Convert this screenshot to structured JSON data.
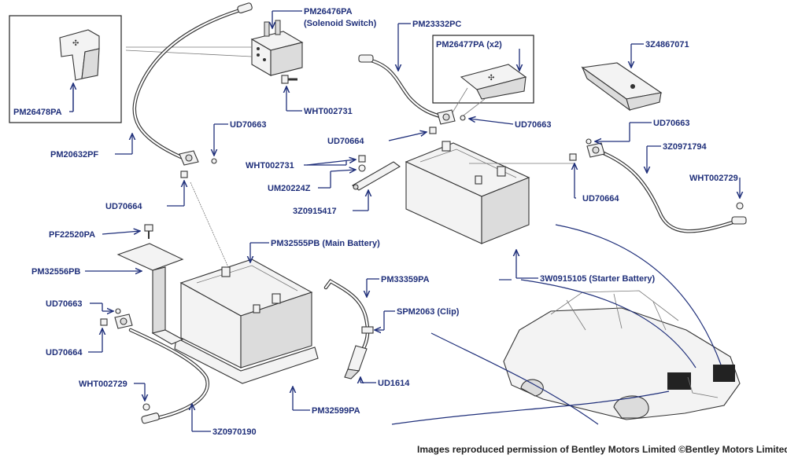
{
  "labels": {
    "pm26476pa": "PM26476PA",
    "solenoid_caption": "(Solenoid Switch)",
    "pm26478pa": "PM26478PA",
    "wht002731_a": "WHT002731",
    "pm20632pf": "PM20632PF",
    "ud70663_a": "UD70663",
    "ud70664_a": "UD70664",
    "pm23332pc": "PM23332PC",
    "pm26477pa": "PM26477PA (x2)",
    "z4867071": "3Z4867071",
    "ud70663_b": "UD70663",
    "ud70664_b": "UD70664",
    "ud70663_c": "UD70663",
    "z0971794": "3Z0971794",
    "wht002731_b": "WHT002731",
    "um20224z": "UM20224Z",
    "z0915417": "3Z0915417",
    "ud70664_c": "UD70664",
    "wht002729_a": "WHT002729",
    "pf22520pa": "PF22520PA",
    "pm32555pb": "PM32555PB (Main Battery)",
    "pm32556pb": "PM32556PB",
    "w0915105": "3W0915105 (Starter Battery)",
    "ud70663_d": "UD70663",
    "ud70664_d": "UD70664",
    "pm33359pa": "PM33359PA",
    "spm2063": "SPM2063 (Clip)",
    "ud1614": "UD1614",
    "wht002729_b": "WHT002729",
    "pm32599pa": "PM32599PA",
    "z0970190": "3Z0970190"
  },
  "footer": {
    "credit": "Images reproduced permission of Bentley Motors Limited ©Bentley Motors Limited"
  },
  "colors": {
    "label": "#1f2f7a",
    "line": "#333333"
  }
}
